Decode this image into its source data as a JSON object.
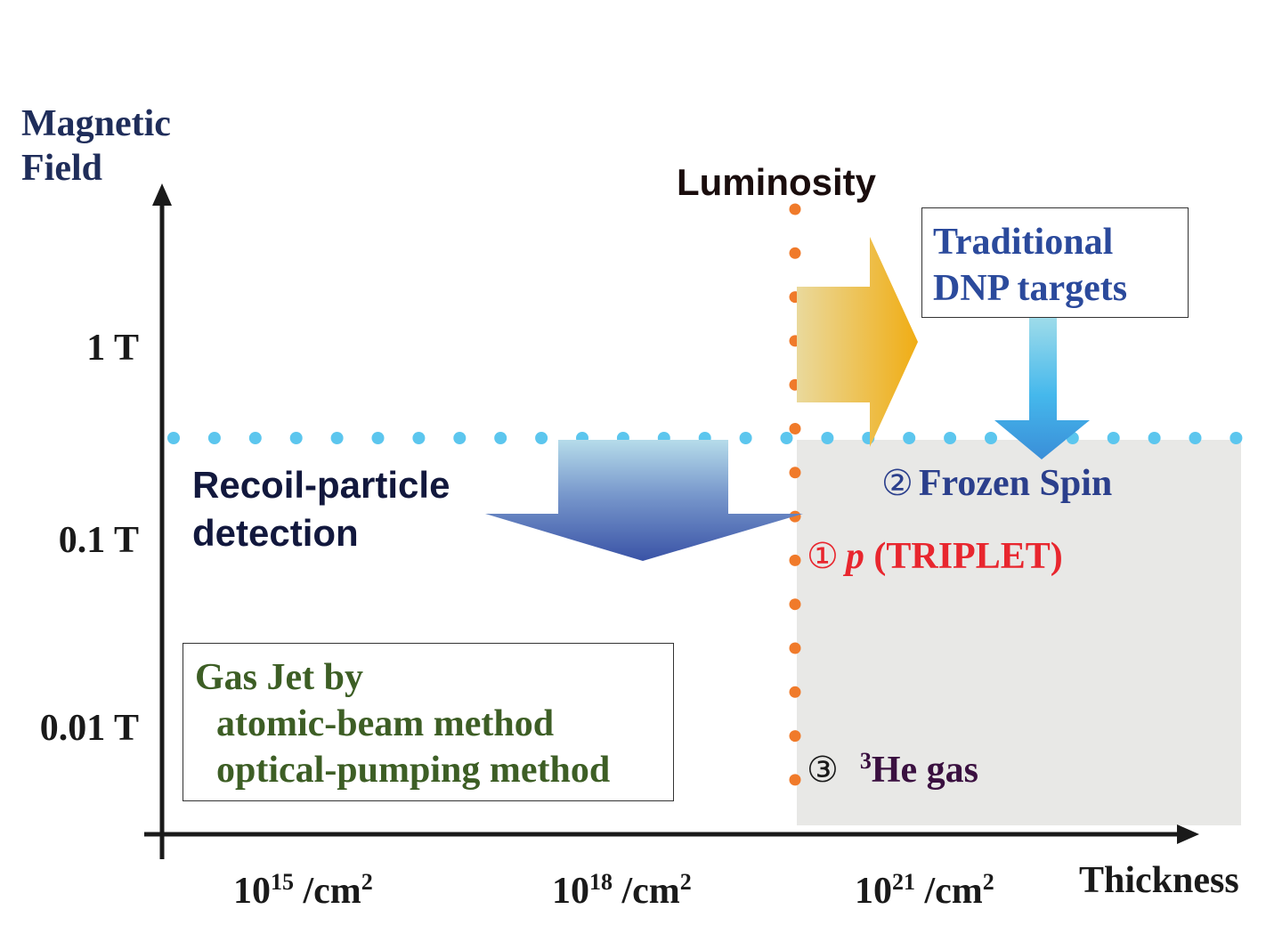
{
  "axes": {
    "y_title": [
      "Magnetic",
      "Field"
    ],
    "x_title": "Thickness",
    "y_ticks": [
      "1 T",
      "0.1 T",
      "0.01 T"
    ],
    "x_ticks": [
      {
        "base": "10",
        "exp": "15",
        "unit": " /cm",
        "unit_exp": "2"
      },
      {
        "base": "10",
        "exp": "18",
        "unit": " /cm",
        "unit_exp": "2"
      },
      {
        "base": "10",
        "exp": "21",
        "unit": " /cm",
        "unit_exp": "2"
      }
    ]
  },
  "labels": {
    "luminosity": "Luminosity",
    "recoil": [
      "Recoil-particle",
      "detection"
    ],
    "traditional": [
      "Traditional",
      "DNP targets"
    ],
    "frozen_spin": {
      "num": "②",
      "text": "Frozen Spin"
    },
    "triplet": {
      "num": "①",
      "p": "p",
      "rest": " (TRIPLET)"
    },
    "he_gas": {
      "num": "③",
      "sup": "3",
      "text": "He gas"
    },
    "gas_jet": [
      "Gas Jet by",
      "atomic-beam method",
      "optical-pumping method"
    ]
  },
  "colors": {
    "axis": "#1a1a1a",
    "title_navy": "#1f2d5a",
    "tick_text": "#1a1a1a",
    "luminosity_text": "#1a0d0d",
    "recoil_text": "#12183d",
    "traditional_text": "#2b4a9c",
    "frozen_text": "#2b3f8c",
    "triplet_text": "#e8262e",
    "he_text": "#3a1040",
    "gasjet_text": "#3d5e25",
    "orange_dots": "#f07a2a",
    "cyan_dots": "#5cc6ee",
    "gray_region": "#e8e8e6"
  }
}
